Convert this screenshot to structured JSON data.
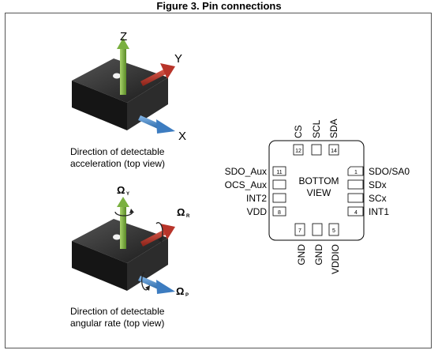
{
  "figure": {
    "title": "Figure 3. Pin connections"
  },
  "accel_view": {
    "axis_z": "Z",
    "axis_y": "Y",
    "axis_x": "X",
    "caption_line1": "Direction of detectable",
    "caption_line2": "acceleration (top view)"
  },
  "gyro_view": {
    "omega_y_symbol": "Ω",
    "omega_y_sub": "Y",
    "omega_r_symbol": "Ω",
    "omega_r_sub": "R",
    "omega_p_symbol": "Ω",
    "omega_p_sub": "P",
    "caption_line1": "Direction of detectable",
    "caption_line2": "angular rate (top view)"
  },
  "package": {
    "center_line1": "BOTTOM",
    "center_line2": "VIEW",
    "top_pins": [
      {
        "label": "CS",
        "number": "12"
      },
      {
        "label": "SCL",
        "number": ""
      },
      {
        "label": "SDA",
        "number": "14"
      }
    ],
    "left_pins": [
      {
        "label": "SDO_Aux",
        "number": "11"
      },
      {
        "label": "OCS_Aux",
        "number": ""
      },
      {
        "label": "INT2",
        "number": ""
      },
      {
        "label": "VDD",
        "number": "8"
      }
    ],
    "right_pins": [
      {
        "label": "SDO/SA0",
        "number": "1"
      },
      {
        "label": "SDx",
        "number": ""
      },
      {
        "label": "SCx",
        "number": ""
      },
      {
        "label": "INT1",
        "number": "4"
      }
    ],
    "bottom_pins": [
      {
        "label": "GND",
        "number": "7"
      },
      {
        "label": "GND",
        "number": ""
      },
      {
        "label": "VDDIO",
        "number": "5"
      }
    ]
  },
  "colors": {
    "z_arrow": "#7ab040",
    "y_arrow": "#c03a2e",
    "x_arrow": "#4f8fd0",
    "chip_body": "#222222"
  }
}
